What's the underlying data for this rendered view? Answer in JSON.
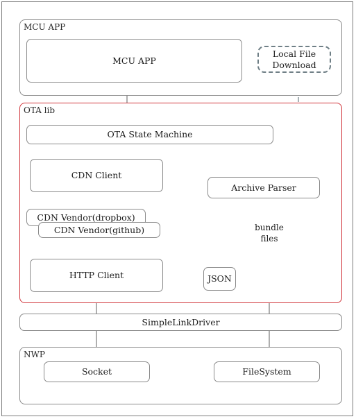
{
  "groups": {
    "mcu_app": "MCU APP",
    "ota_lib": "OTA lib",
    "nwp": "NWP"
  },
  "boxes": {
    "mcu_app": "MCU APP",
    "local_file_download": "Local File Download",
    "ota_state_machine": "OTA State Machine",
    "cdn_client": "CDN Client",
    "archive_parser": "Archive Parser",
    "cdn_vendor_dropbox": "CDN Vendor(dropbox)",
    "cdn_vendor_github": "CDN Vendor(github)",
    "http_client": "HTTP Client",
    "json": "JSON",
    "simplelink_driver": "SimpleLinkDriver",
    "socket": "Socket",
    "filesystem": "FileSystem"
  },
  "notes": {
    "bundle_files": "bundle files"
  },
  "colors": {
    "ota_lib_border": "#d0343a",
    "line": "#7a7a7a",
    "dashed_border": "#6f7f86"
  }
}
